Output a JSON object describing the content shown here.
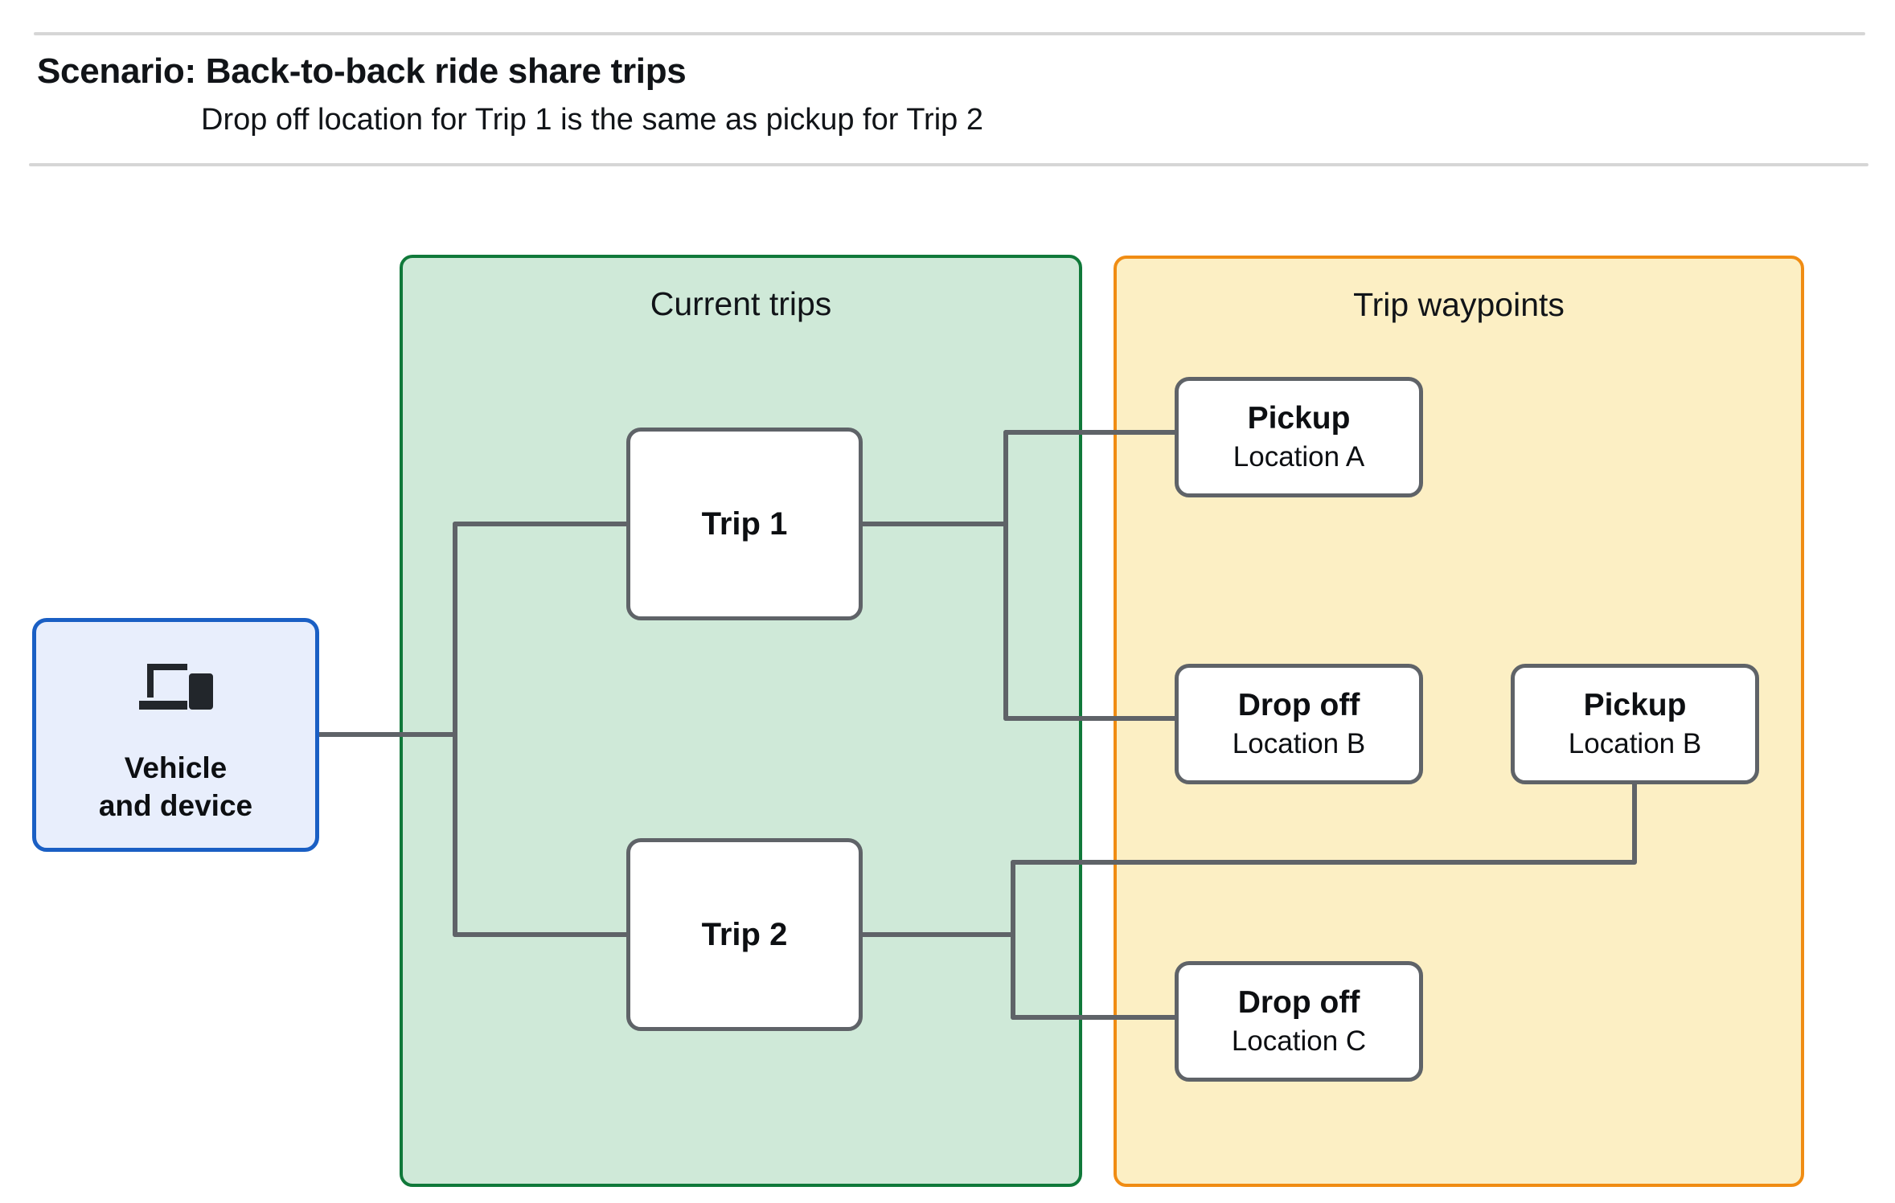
{
  "header": {
    "title": "Scenario: Back-to-back ride share trips",
    "subtitle": "Drop off  location for Trip 1 is the same as pickup for Trip 2"
  },
  "panels": {
    "current_trips": {
      "title": "Current trips",
      "fill": "#cfe9d8",
      "border": "#10793a"
    },
    "trip_waypoints": {
      "title": "Trip waypoints",
      "fill": "#fcefc4",
      "border": "#f08c13"
    }
  },
  "vehicle": {
    "icon": "devices-icon",
    "label": "Vehicle\nand device",
    "fill": "#e8eefc",
    "border": "#1a5fc4"
  },
  "trips": [
    {
      "label": "Trip 1"
    },
    {
      "label": "Trip 2"
    }
  ],
  "waypoints": [
    {
      "id": "pickup-a",
      "title": "Pickup",
      "location": "Location A"
    },
    {
      "id": "dropoff-b",
      "title": "Drop off",
      "location": "Location B"
    },
    {
      "id": "pickup-b",
      "title": "Pickup",
      "location": "Location B"
    },
    {
      "id": "dropoff-c",
      "title": "Drop off",
      "location": "Location C"
    }
  ],
  "connections": [
    {
      "from": "vehicle",
      "to": "trip-1"
    },
    {
      "from": "vehicle",
      "to": "trip-2"
    },
    {
      "from": "trip-1",
      "to": "pickup-a"
    },
    {
      "from": "trip-1",
      "to": "dropoff-b"
    },
    {
      "from": "trip-2",
      "to": "pickup-b"
    },
    {
      "from": "trip-2",
      "to": "dropoff-c"
    }
  ],
  "colors": {
    "connector": "#5f6368",
    "node_border": "#5f6368",
    "rule": "#d6d6d6",
    "text": "#0d0f12"
  }
}
